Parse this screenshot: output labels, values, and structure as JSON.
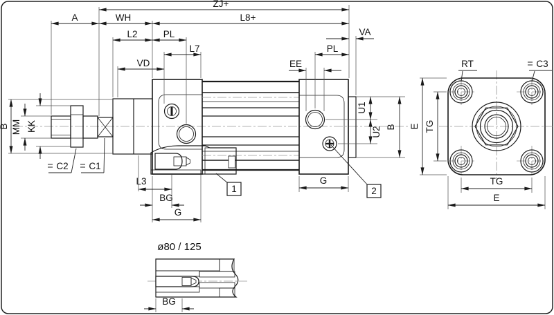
{
  "drawing": {
    "background": "#ffffff",
    "line_color": "#1a1a1a",
    "centerline_color": "#999999"
  },
  "main_view": {
    "dims": {
      "zj": "ZJ+",
      "a": "A",
      "wh": "WH",
      "l8": "L8+",
      "l2": "L2",
      "pl_front": "PL",
      "l7": "L7",
      "vd": "VD",
      "va": "VA",
      "pl_rear": "PL",
      "ee": "EE",
      "mm": "MM",
      "kk": "KK",
      "b_left": "B",
      "l3": "L3",
      "bg": "BG",
      "g_front": "G",
      "g_rear": "G",
      "u1": "U1",
      "u2": "U2",
      "b_right": "B"
    },
    "wrench_flats": {
      "c2": "C2",
      "c1": "C1"
    },
    "callouts": {
      "item1": "1",
      "item2": "2"
    }
  },
  "end_view": {
    "dims": {
      "e_left": "E",
      "tg_left": "TG",
      "tg_bottom": "TG",
      "e_bottom": "E"
    },
    "labels": {
      "rt": "RT",
      "c3": "C3"
    }
  },
  "detail_view": {
    "title": "ø80 / 125",
    "dims": {
      "bg": "BG"
    }
  }
}
